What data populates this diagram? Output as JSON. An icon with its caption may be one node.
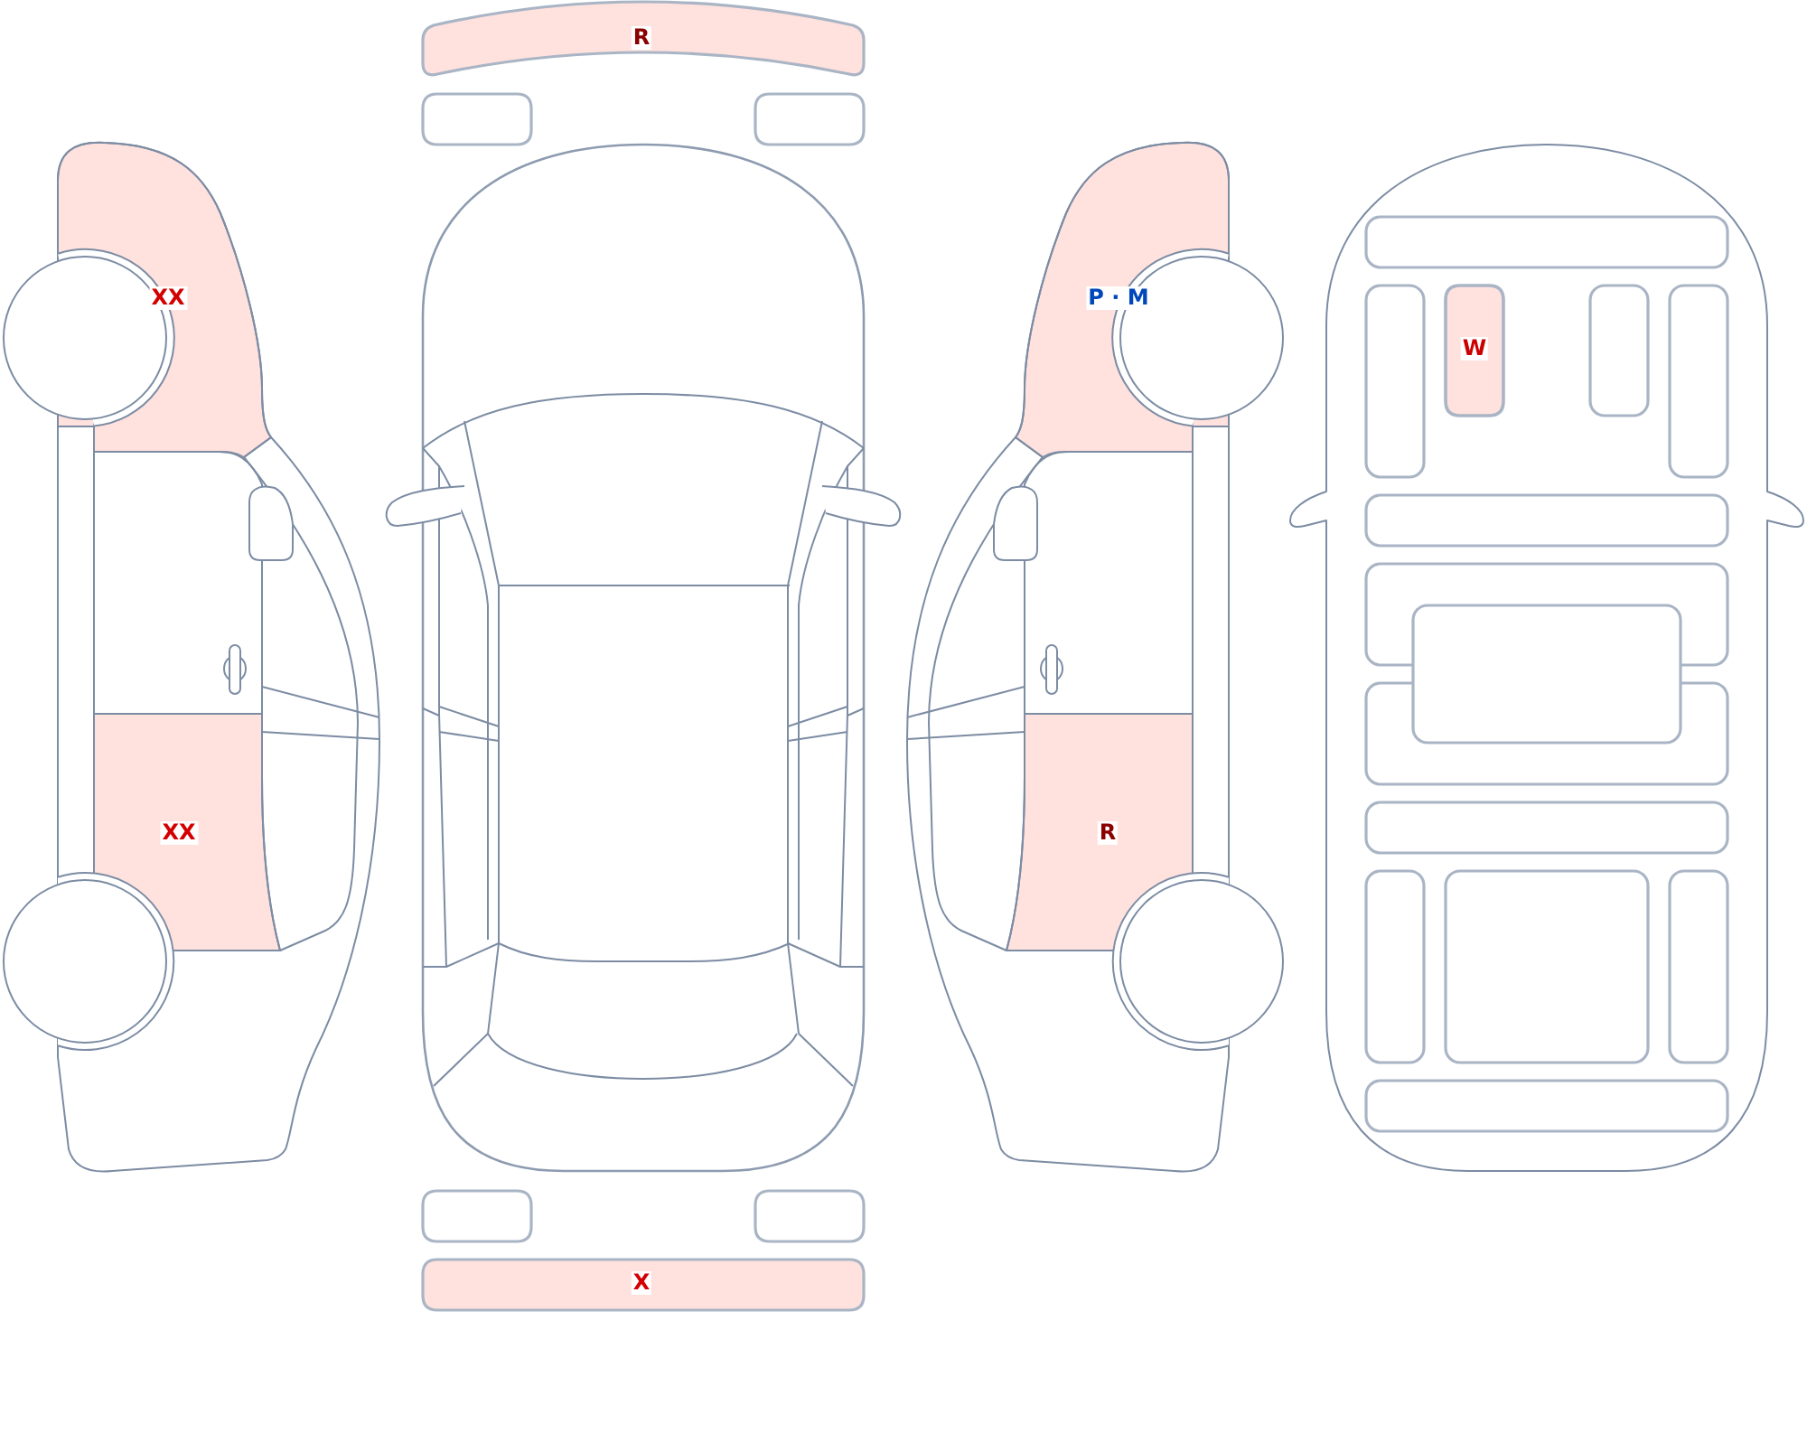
{
  "diagram": {
    "nodes": [
      {
        "text": [
          "R"
        ]
      },
      {
        "text": [
          "XX"
        ]
      },
      {
        "text": [
          "P · M"
        ]
      },
      {
        "text": [
          "W"
        ]
      },
      {
        "text": [
          "XX"
        ]
      },
      {
        "text": [
          "R"
        ]
      },
      {
        "text": [
          "X"
        ]
      }
    ]
  }
}
